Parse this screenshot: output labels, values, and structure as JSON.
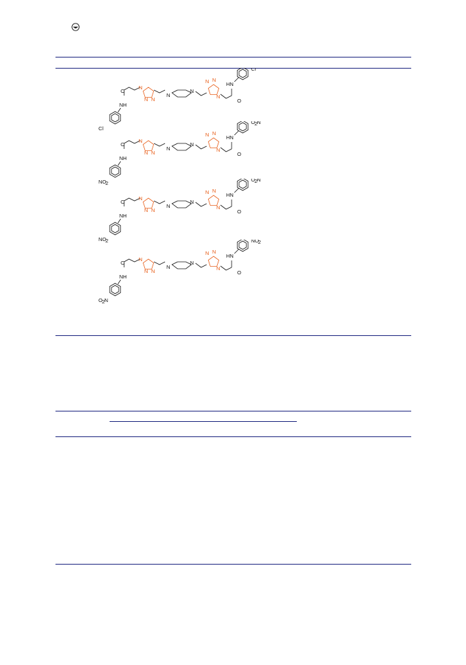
{
  "publisher_mark": "logo-icon",
  "colors": {
    "rule": "#1a237e",
    "triazole": "#e8601c",
    "bond": "#111111"
  },
  "compounds": [
    {
      "top_substituent": [
        "Cl"
      ],
      "bottom_substituent": [
        "Cl"
      ],
      "amide_top": [
        "HN",
        "O"
      ],
      "amide_bottom": [
        "O",
        "NH"
      ],
      "triazole_left": [
        "N",
        "N",
        "N"
      ],
      "triazole_right": [
        "N",
        "N",
        "N"
      ],
      "piperazine": [
        "N",
        "N"
      ]
    },
    {
      "top_substituent": [
        "O",
        "2",
        "N"
      ],
      "bottom_substituent": [
        "NO",
        "2"
      ],
      "amide_top": [
        "HN",
        "O"
      ],
      "amide_bottom": [
        "O",
        "NH"
      ],
      "triazole_left": [
        "N",
        "N",
        "N"
      ],
      "triazole_right": [
        "N",
        "N",
        "N"
      ],
      "piperazine": [
        "N",
        "N"
      ]
    },
    {
      "top_substituent": [
        "O",
        "2",
        "N"
      ],
      "bottom_substituent": [
        "NO",
        "2"
      ],
      "amide_top": [
        "HN",
        "O"
      ],
      "amide_bottom": [
        "O",
        "NH"
      ],
      "triazole_left": [
        "N",
        "N",
        "N"
      ],
      "triazole_right": [
        "N",
        "N",
        "N"
      ],
      "piperazine": [
        "N",
        "N"
      ]
    },
    {
      "top_substituent": [
        "NO",
        "2"
      ],
      "bottom_substituent": [
        "O",
        "2",
        "N"
      ],
      "amide_top": [
        "HN",
        "O"
      ],
      "amide_bottom": [
        "O",
        "NH"
      ],
      "triazole_left": [
        "N",
        "N",
        "N"
      ],
      "triazole_right": [
        "N",
        "N",
        "N"
      ],
      "piperazine": [
        "N",
        "N"
      ]
    }
  ]
}
